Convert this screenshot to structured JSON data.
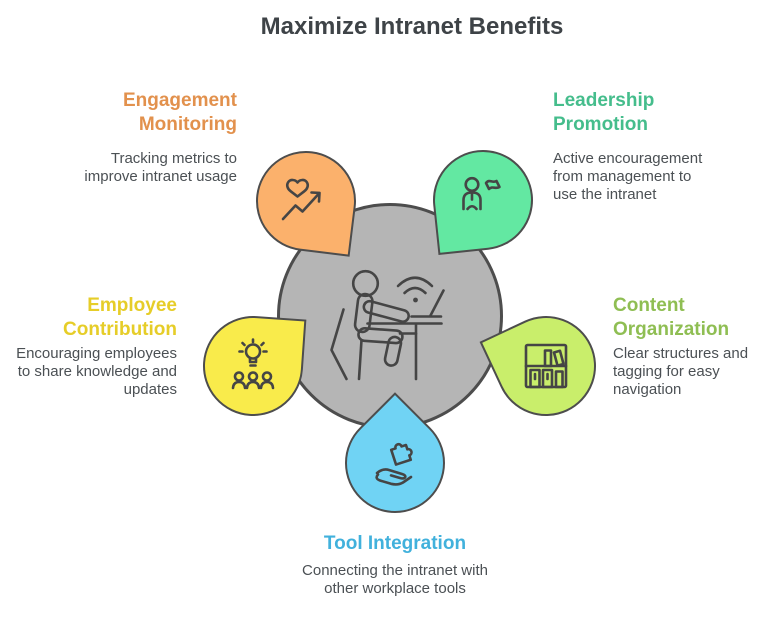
{
  "title": "Maximize Intranet Benefits",
  "center": {
    "illustration": "person-working-on-laptop-with-wifi-signal",
    "circle_fill": "#b5b5b5",
    "outline_color": "#4d4d4d"
  },
  "sections": {
    "engagement": {
      "heading": "Engagement Monitoring",
      "body": "Tracking metrics to improve intranet usage",
      "heading_color": "#e2914d",
      "petal_color": "#fbb16c",
      "icon": "heart-growth-icon"
    },
    "leadership": {
      "heading": "Leadership Promotion",
      "body": "Active encouragement from management to use the intranet",
      "heading_color": "#45bd8c",
      "petal_color": "#63e8a2",
      "icon": "person-announcement-icon"
    },
    "content": {
      "heading": "Content Organization",
      "body": "Clear structures and tagging for easy navigation",
      "heading_color": "#8fbe53",
      "petal_color": "#c9ee6b",
      "icon": "bookshelf-icon"
    },
    "employee": {
      "heading": "Employee Contribution",
      "body": "Encouraging employees to share knowledge and updates",
      "heading_color": "#e6cd28",
      "petal_color": "#f9eb4b",
      "icon": "idea-team-icon"
    },
    "tool": {
      "heading": "Tool Integration",
      "body": "Connecting the intranet with other workplace tools",
      "heading_color": "#41b1dc",
      "petal_color": "#70d3f4",
      "icon": "hand-puzzle-icon"
    }
  }
}
